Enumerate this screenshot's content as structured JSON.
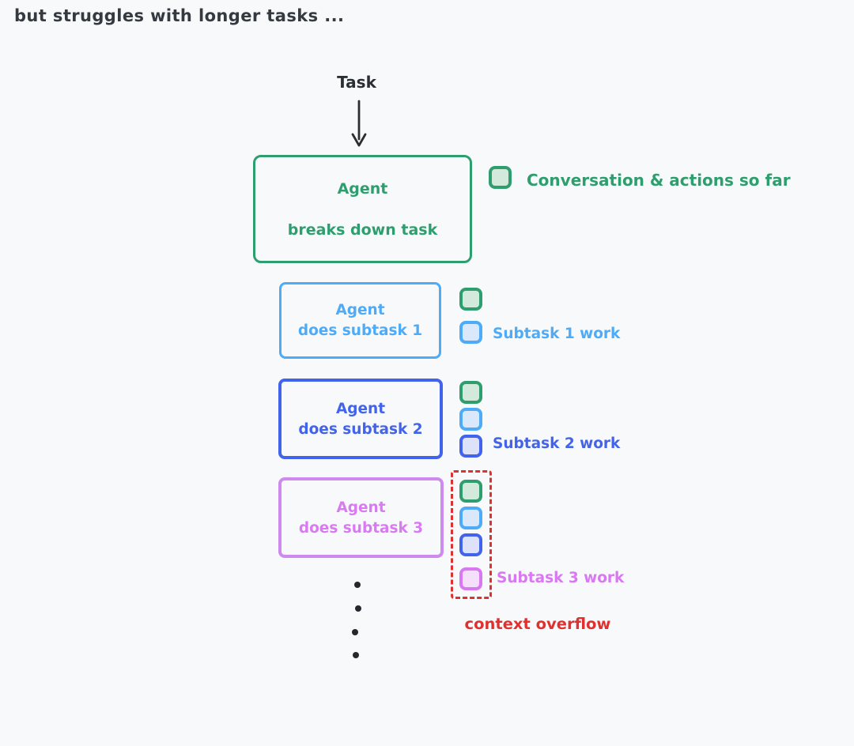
{
  "title": "but struggles with longer tasks ...",
  "flow": {
    "task_label": "Task",
    "agent_box": {
      "line1": "Agent",
      "line2": "breaks down task"
    },
    "legend": {
      "label": "Conversation & actions so far"
    }
  },
  "subtasks": [
    {
      "line1": "Agent",
      "line2": "does subtask 1",
      "work_label": "Subtask 1 work",
      "accent": "#4dabf7",
      "chips": [
        "green",
        "blue"
      ]
    },
    {
      "line1": "Agent",
      "line2": "does subtask 2",
      "work_label": "Subtask 2 work",
      "accent": "#4263eb",
      "chips": [
        "green",
        "blue",
        "indigo"
      ]
    },
    {
      "line1": "Agent",
      "line2": "does subtask 3",
      "work_label": "Subtask 3 work",
      "accent": "#da77f2",
      "chips": [
        "green",
        "blue",
        "indigo",
        "violet"
      ]
    }
  ],
  "overflow": {
    "label": "context overflow",
    "color": "#e03131"
  },
  "colors": {
    "background": "#f8f9fa",
    "ink": "#343a40",
    "green": "#2f9e6e",
    "blue": "#4dabf7",
    "indigo": "#4263eb",
    "violet_border": "#cf8af0",
    "violet_text": "#da77f2",
    "red": "#e03131",
    "chip_fill_green": "#d3e9db",
    "chip_fill_blue": "#d9e8fb",
    "chip_fill_indigo": "#dde2f9",
    "chip_fill_violet": "#f5e0fb"
  }
}
